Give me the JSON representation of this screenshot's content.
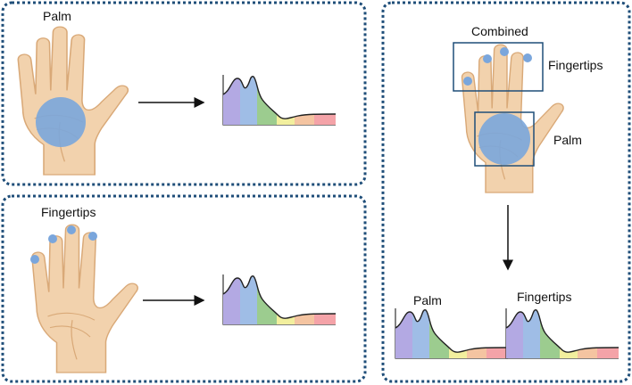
{
  "panels": {
    "palm": {
      "title": "Palm"
    },
    "fingertips": {
      "title": "Fingertips"
    },
    "combined": {
      "title": "Combined",
      "fingertips_label": "Fingertips",
      "palm_label": "Palm",
      "spectrum_left_label": "Palm",
      "spectrum_right_label": "Fingertips"
    }
  },
  "colors": {
    "border": "#1f4e79",
    "skin": "#f2d2ad",
    "skin_line": "#d9a978",
    "region_fill": "#7aa6dc",
    "box": "#1f4e79",
    "band_1": "#b3a9e3",
    "band_2": "#9fbde6",
    "band_3": "#9ccc8f",
    "band_4": "#f2ef9e",
    "band_5": "#f4c4a1",
    "band_6": "#f4a3a8"
  }
}
